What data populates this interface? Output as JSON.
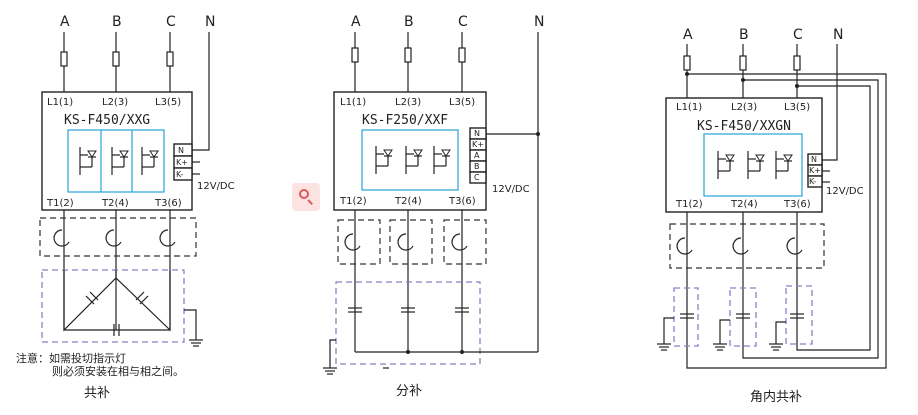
{
  "phase_labels": [
    "A",
    "B",
    "C",
    "N"
  ],
  "terminals_top": [
    "L1(1)",
    "L2(3)",
    "L3(5)"
  ],
  "terminals_bottom": [
    "T1(2)",
    "T2(4)",
    "T3(6)"
  ],
  "voltage": "12V/DC",
  "diagram1": {
    "model": "KS-F450/XXG",
    "control_pins": [
      "N",
      "K+",
      "K-"
    ],
    "caption": "共补",
    "note_line1": "注意：如需投切指示灯",
    "note_line2": "则必须安装在相与相之间。"
  },
  "diagram2": {
    "model": "KS-F250/XXF",
    "control_pins": [
      "N",
      "K+",
      "A",
      "B",
      "C"
    ],
    "caption": "分补"
  },
  "diagram3": {
    "model": "KS-F450/XXGN",
    "control_pins": [
      "N",
      "K+",
      "K-"
    ],
    "caption": "角内共补"
  },
  "colors": {
    "accent_blue": "#27a3d8",
    "capacitor_frame": "#8b7fc4",
    "watermark": "#e05a5a"
  },
  "icons": {
    "watermark": "search-icon"
  }
}
